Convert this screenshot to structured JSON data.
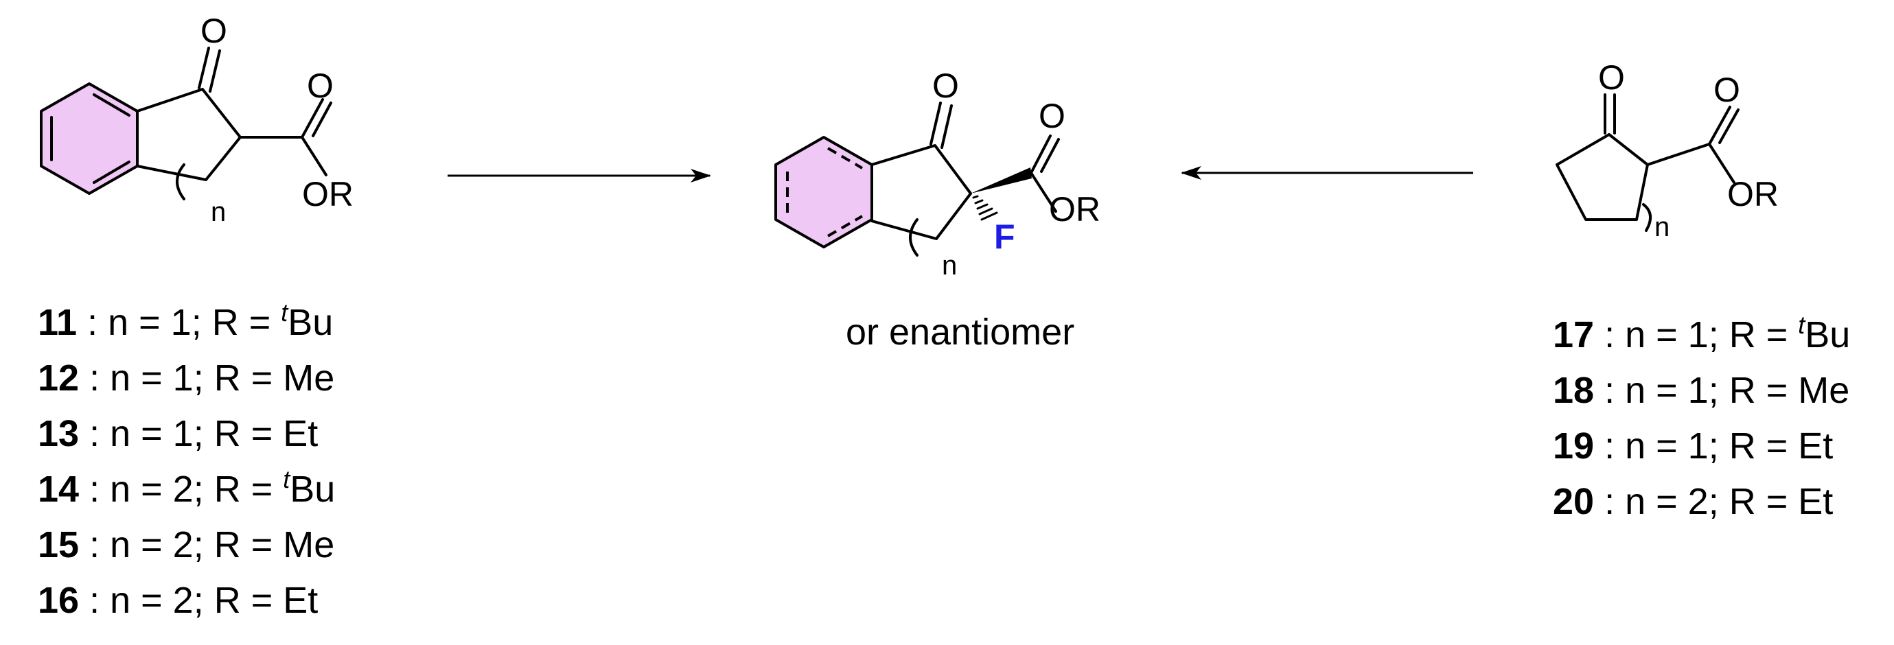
{
  "atoms": {
    "oxygen": "O",
    "ester_group": "OR",
    "ring_index": "n",
    "fluorine": "F"
  },
  "product_caption": "or enantiomer",
  "colors": {
    "aromatic_fill": "#f0c8f5",
    "fluorine": "#1c1ce6",
    "line": "#000000"
  },
  "left_compounds": [
    {
      "id": "11",
      "text": " : n = 1; R = ",
      "tbu_prefix": "t",
      "r": "Bu"
    },
    {
      "id": "12",
      "text": " : n = 1; R = Me",
      "tbu_prefix": "",
      "r": ""
    },
    {
      "id": "13",
      "text": " : n = 1; R = Et",
      "tbu_prefix": "",
      "r": ""
    },
    {
      "id": "14",
      "text": " : n = 2; R = ",
      "tbu_prefix": "t",
      "r": "Bu"
    },
    {
      "id": "15",
      "text": " : n = 2; R = Me",
      "tbu_prefix": "",
      "r": ""
    },
    {
      "id": "16",
      "text": " : n = 2; R = Et",
      "tbu_prefix": "",
      "r": ""
    }
  ],
  "right_compounds": [
    {
      "id": "17",
      "text": " : n = 1; R = ",
      "tbu_prefix": "t",
      "r": "Bu"
    },
    {
      "id": "18",
      "text": " : n = 1; R = Me",
      "tbu_prefix": "",
      "r": ""
    },
    {
      "id": "19",
      "text": " : n = 1; R = Et",
      "tbu_prefix": "",
      "r": ""
    },
    {
      "id": "20",
      "text": " : n = 2; R = Et",
      "tbu_prefix": "",
      "r": ""
    }
  ]
}
